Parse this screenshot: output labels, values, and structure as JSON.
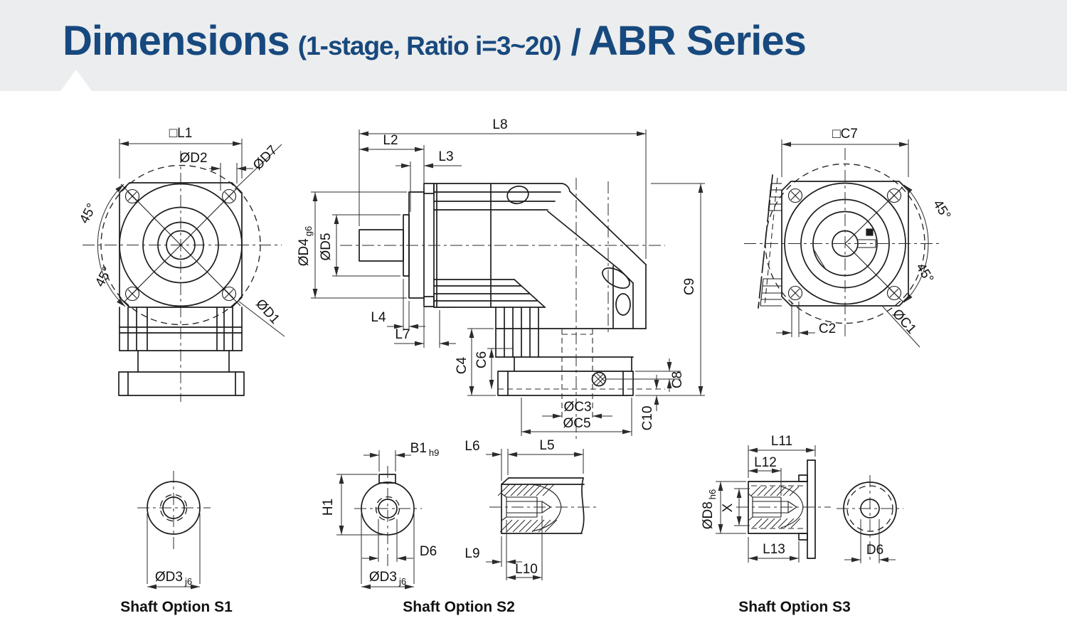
{
  "header": {
    "title": "Dimensions",
    "subtitle": "(1-stage, Ratio i=3~20)",
    "separator": "/",
    "series": "ABR Series"
  },
  "colors": {
    "title": "#17497E",
    "header_bg": "#ECEDEE",
    "line": "#1D1D1D"
  },
  "front": {
    "l1": "□L1",
    "d2": "ØD2",
    "d7": "ØD7",
    "d1": "ØD1",
    "angle_upper": "45°",
    "angle_lower": "45°"
  },
  "side": {
    "l8": "L8",
    "l2": "L2",
    "l3": "L3",
    "d4_main": "ØD4",
    "d4_sub": "g6",
    "d5": "ØD5",
    "l4": "L4",
    "l7": "L7",
    "c4": "C4",
    "c6": "C6",
    "c3": "ØC3",
    "c5": "ØC5",
    "c8": "C8",
    "c9": "C9",
    "c10": "C10"
  },
  "back": {
    "c7": "□C7",
    "angle_upper": "45°",
    "angle_lower": "45°",
    "c2": "C2",
    "c1": "ØC1"
  },
  "s1": {
    "caption": "Shaft Option S1",
    "d3_main": "ØD3",
    "d3_sub": "j6"
  },
  "s2": {
    "caption": "Shaft Option S2",
    "b1_main": "B1",
    "b1_sub": "h9",
    "h1": "H1",
    "d6": "D6",
    "d3_main": "ØD3",
    "d3_sub": "j6",
    "l6": "L6",
    "l5": "L5",
    "l9": "L9",
    "l10": "L10"
  },
  "s3": {
    "caption": "Shaft Option S3",
    "l11": "L11",
    "l12": "L12",
    "d8_main": "ØD8",
    "d8_sub": "h6",
    "x": "X",
    "l13": "L13",
    "d6": "D6"
  }
}
